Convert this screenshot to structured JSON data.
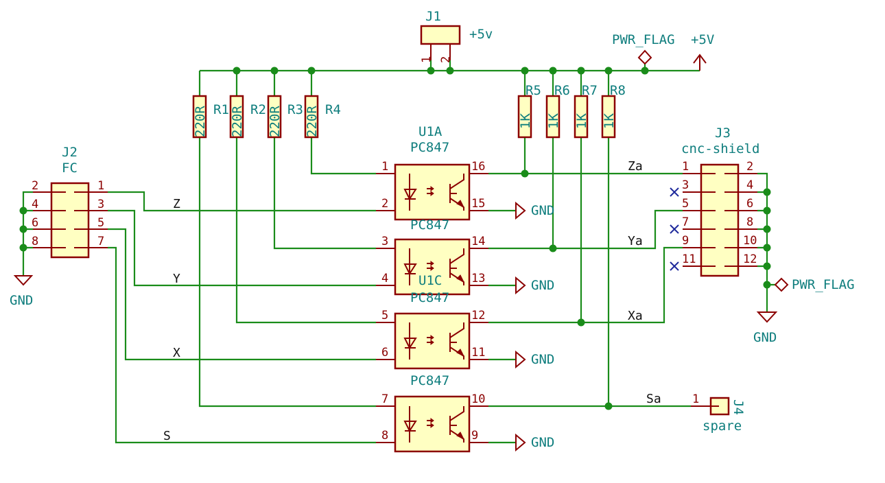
{
  "power": {
    "vcc_label": "+5V",
    "gnd_label": "GND",
    "pwr_flag_label": "PWR_FLAG"
  },
  "j1": {
    "ref": "J1",
    "value": "+5v",
    "pin1": "1",
    "pin2": "2"
  },
  "j2": {
    "ref": "J2",
    "value": "FC",
    "pins_left": [
      "2",
      "4",
      "6",
      "8"
    ],
    "pins_right": [
      "1",
      "3",
      "5",
      "7"
    ]
  },
  "j3": {
    "ref": "J3",
    "value": "cnc-shield",
    "pins_left": [
      "1",
      "3",
      "5",
      "7",
      "9",
      "11"
    ],
    "pins_right": [
      "2",
      "4",
      "6",
      "8",
      "10",
      "12"
    ]
  },
  "j4": {
    "ref": "J4",
    "value": "spare",
    "pin1": "1"
  },
  "resistors_220": {
    "value": "220R",
    "refs": [
      "R1",
      "R2",
      "R3",
      "R4"
    ]
  },
  "resistors_1k": {
    "value": "1K",
    "refs": [
      "R5",
      "R6",
      "R7",
      "R8"
    ]
  },
  "optos": {
    "ref_a": "U1A",
    "ref_c": "U1C",
    "value": "PC847",
    "channels": [
      {
        "in_a": "1",
        "in_k": "2",
        "c": "16",
        "e": "15"
      },
      {
        "in_a": "3",
        "in_k": "4",
        "c": "14",
        "e": "13"
      },
      {
        "in_a": "5",
        "in_k": "6",
        "c": "12",
        "e": "11"
      },
      {
        "in_a": "7",
        "in_k": "8",
        "c": "10",
        "e": "9"
      }
    ]
  },
  "nets": {
    "inputs": [
      "Z",
      "Y",
      "X",
      "S"
    ],
    "outputs": [
      "Za",
      "Ya",
      "Xa",
      "Sa"
    ]
  },
  "colors": {
    "wire": "#1a8c1a",
    "component": "#8b0000",
    "body_fill": "#ffffc2",
    "ref_text": "#0e7d7d",
    "no_connect": "#1f2a9c"
  }
}
